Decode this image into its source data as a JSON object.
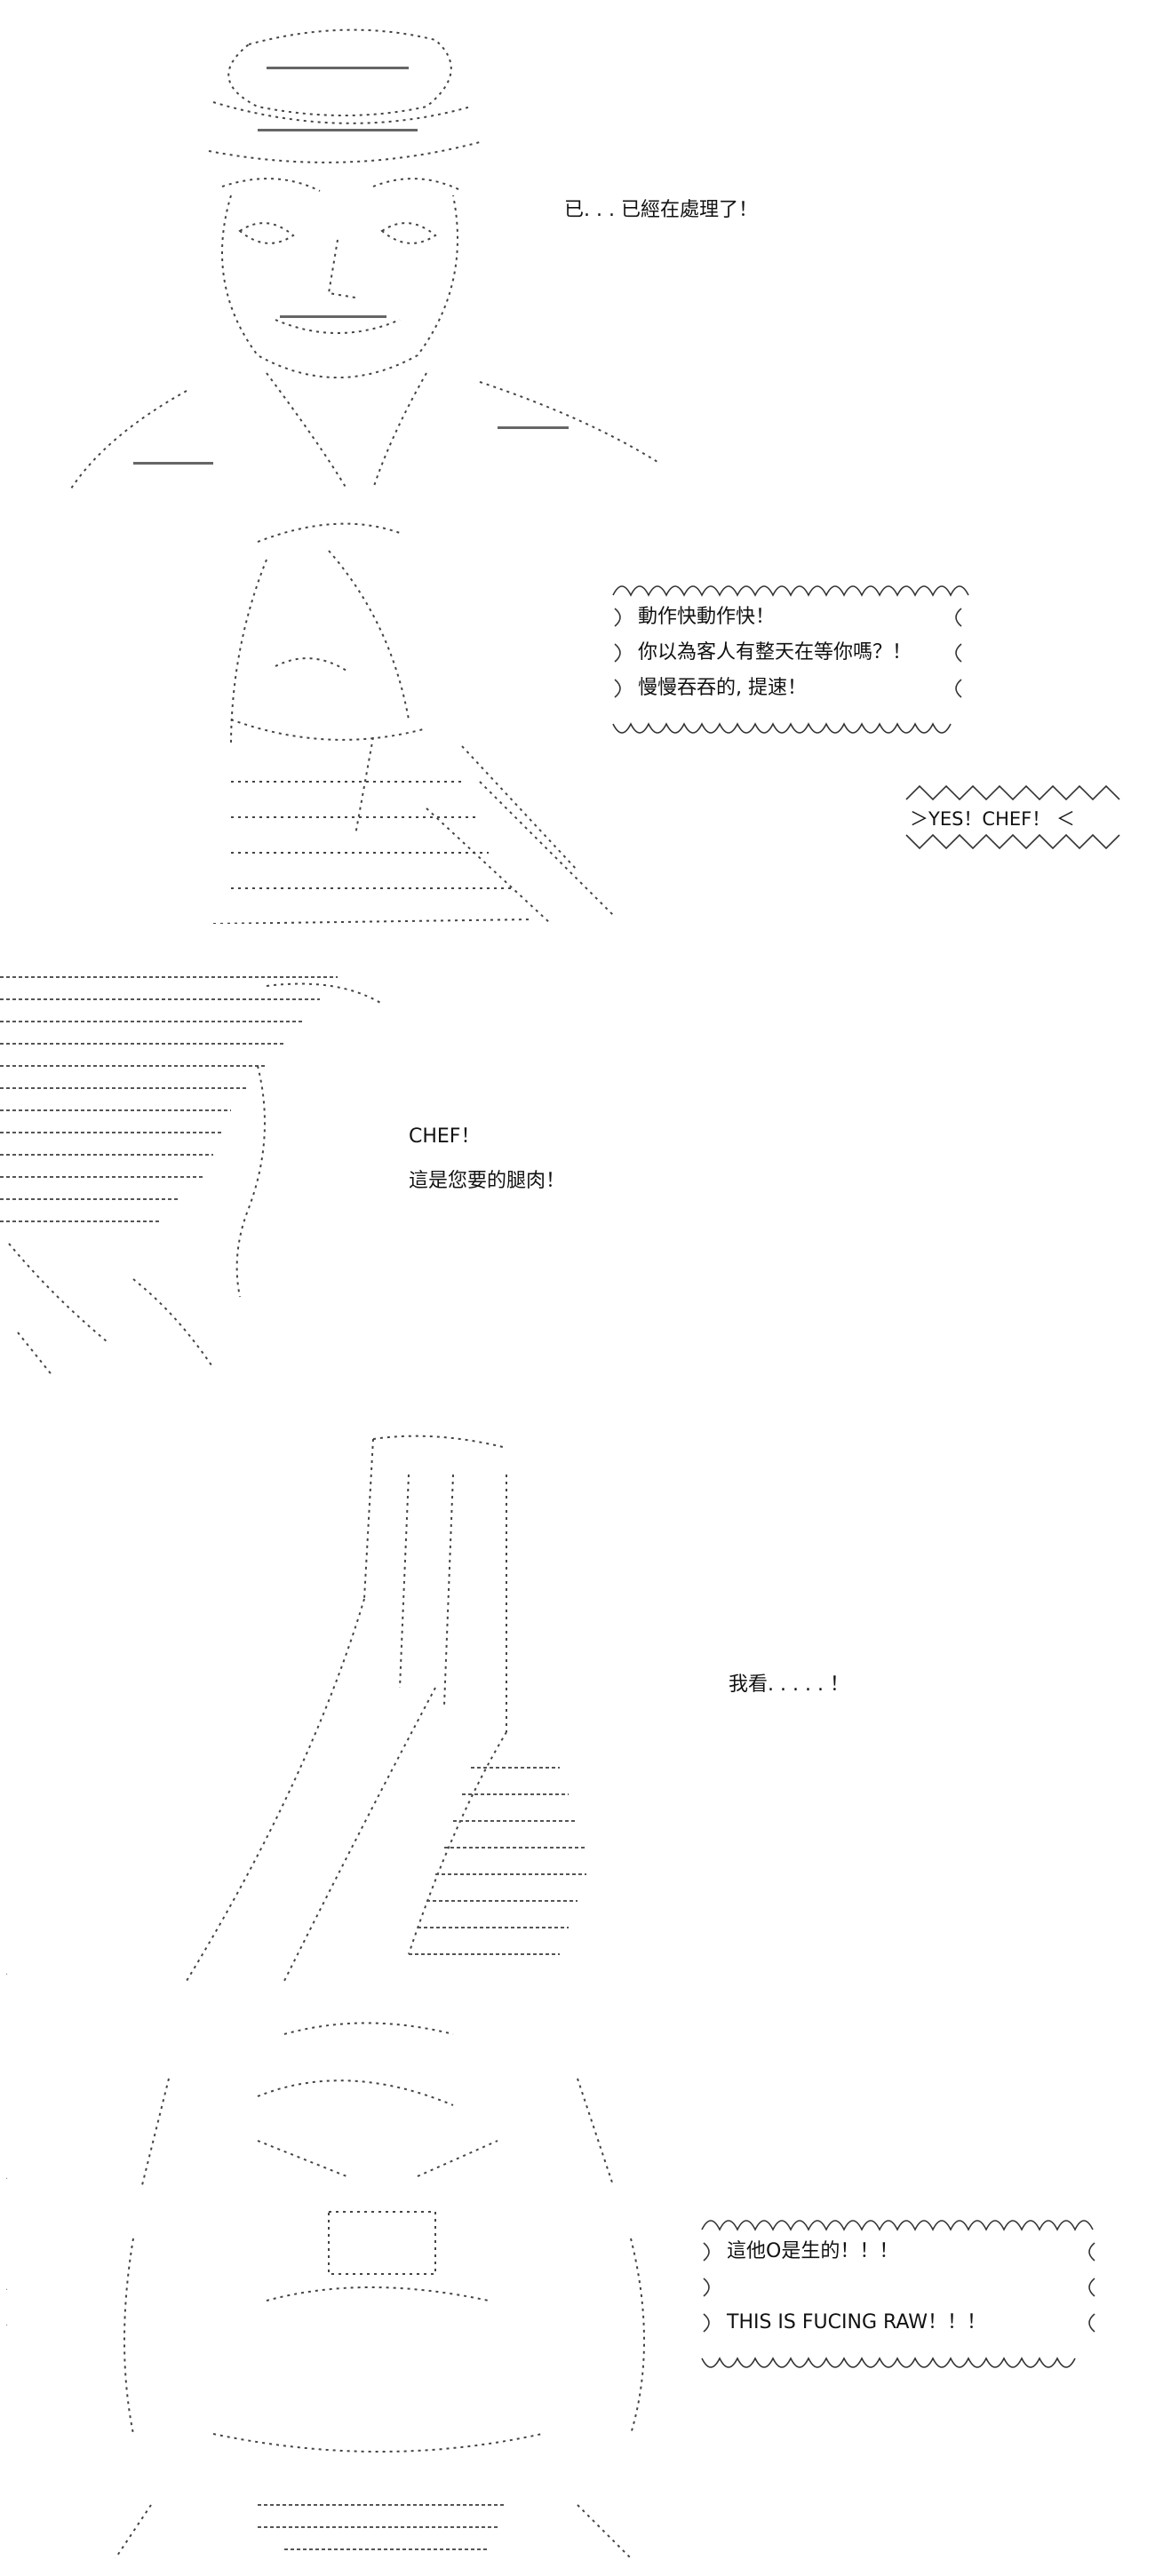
{
  "panels": [
    {
      "id": 1,
      "speech_lines": [
        "已. . . 已經在處理了！"
      ]
    },
    {
      "id": 2,
      "bubble_lines": [
        "動作快動作快！",
        "你以為客人有整天在等你嗎？！",
        "慢慢吞吞的, 提速！"
      ],
      "shout": "＞YES！CHEF！ ＜"
    },
    {
      "id": 3,
      "speech_lines": [
        "CHEF！",
        "這是您要的腿肉！"
      ]
    },
    {
      "id": 4,
      "speech_lines": [
        "我看. . . . . ！"
      ]
    },
    {
      "id": 5,
      "bubble_lines": [
        "這他O是生的！！！",
        "",
        "THIS IS FUCING RAW！！！"
      ]
    }
  ],
  "margin_markers": [
    ".",
    ".",
    ".",
    "."
  ]
}
